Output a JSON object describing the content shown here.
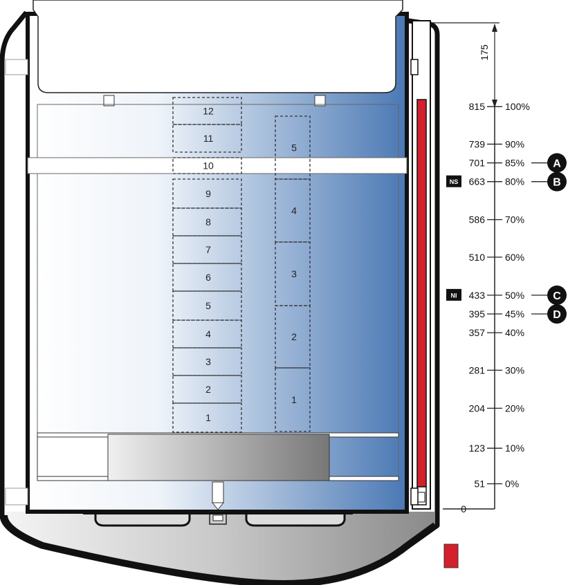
{
  "top_dimension": "175",
  "left_slots": [
    "1",
    "2",
    "3",
    "4",
    "5",
    "6",
    "7",
    "8",
    "9",
    "10",
    "11",
    "12"
  ],
  "right_slots": [
    "1",
    "2",
    "3",
    "4",
    "5"
  ],
  "scale_ticks": [
    {
      "mm": "815",
      "pct": "100%"
    },
    {
      "mm": "739",
      "pct": "90%"
    },
    {
      "mm": "701",
      "pct": "85%"
    },
    {
      "mm": "663",
      "pct": "80%"
    },
    {
      "mm": "586",
      "pct": "70%"
    },
    {
      "mm": "510",
      "pct": "60%"
    },
    {
      "mm": "433",
      "pct": "50%"
    },
    {
      "mm": "395",
      "pct": "45%"
    },
    {
      "mm": "357",
      "pct": "40%"
    },
    {
      "mm": "281",
      "pct": "30%"
    },
    {
      "mm": "204",
      "pct": "20%"
    },
    {
      "mm": "123",
      "pct": "10%"
    },
    {
      "mm": "51",
      "pct": "0%"
    }
  ],
  "scale_zero": "0",
  "level_markers": [
    {
      "letter": "A",
      "level": "701"
    },
    {
      "letter": "B",
      "level": "663"
    },
    {
      "letter": "C",
      "level": "433"
    },
    {
      "letter": "D",
      "level": "395"
    }
  ],
  "tags": [
    {
      "text": "NS",
      "level": "663"
    },
    {
      "text": "NI",
      "level": "433"
    }
  ],
  "colors": {
    "gauge_red": "#d4202c",
    "gradient_light": "#ffffff",
    "gradient_dark": "#4a78b4",
    "badge": "#111111"
  }
}
